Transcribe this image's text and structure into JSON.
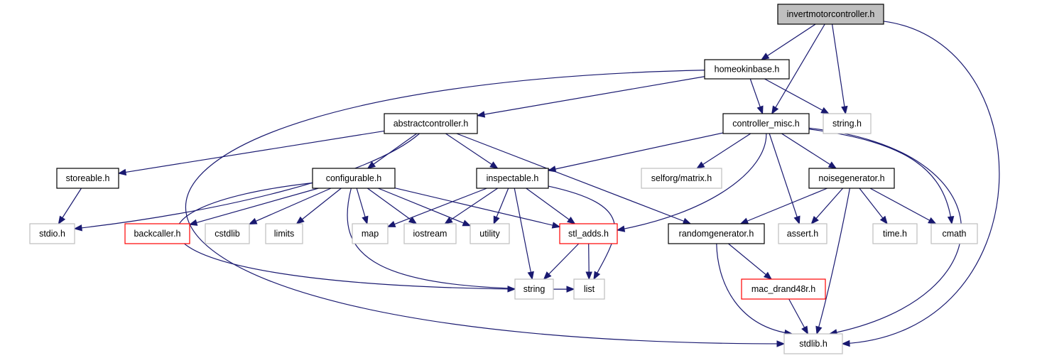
{
  "colors": {
    "edge": "#191970",
    "focus_fill": "#bfbfbf",
    "documented_border": "#000000",
    "external_border": "#bfbfbf",
    "truncated_border": "#ff0000"
  },
  "nodes": [
    {
      "id": "invertmotorcontroller",
      "label": "invertmotorcontroller.h",
      "kind": "focus"
    },
    {
      "id": "homeokinbase",
      "label": "homeokinbase.h",
      "kind": "documented"
    },
    {
      "id": "abstractcontroller",
      "label": "abstractcontroller.h",
      "kind": "documented"
    },
    {
      "id": "controller_misc",
      "label": "controller_misc.h",
      "kind": "documented"
    },
    {
      "id": "string_h",
      "label": "string.h",
      "kind": "external"
    },
    {
      "id": "storeable",
      "label": "storeable.h",
      "kind": "documented"
    },
    {
      "id": "configurable",
      "label": "configurable.h",
      "kind": "documented"
    },
    {
      "id": "inspectable",
      "label": "inspectable.h",
      "kind": "documented"
    },
    {
      "id": "selforg_matrix",
      "label": "selforg/matrix.h",
      "kind": "external"
    },
    {
      "id": "noisegenerator",
      "label": "noisegenerator.h",
      "kind": "documented"
    },
    {
      "id": "stdio",
      "label": "stdio.h",
      "kind": "external"
    },
    {
      "id": "backcaller",
      "label": "backcaller.h",
      "kind": "truncated"
    },
    {
      "id": "cstdlib",
      "label": "cstdlib",
      "kind": "external"
    },
    {
      "id": "limits",
      "label": "limits",
      "kind": "external"
    },
    {
      "id": "map",
      "label": "map",
      "kind": "external"
    },
    {
      "id": "iostream",
      "label": "iostream",
      "kind": "external"
    },
    {
      "id": "utility",
      "label": "utility",
      "kind": "external"
    },
    {
      "id": "stl_adds",
      "label": "stl_adds.h",
      "kind": "truncated"
    },
    {
      "id": "randomgenerator",
      "label": "randomgenerator.h",
      "kind": "documented"
    },
    {
      "id": "assert",
      "label": "assert.h",
      "kind": "external"
    },
    {
      "id": "time",
      "label": "time.h",
      "kind": "external"
    },
    {
      "id": "cmath",
      "label": "cmath",
      "kind": "external"
    },
    {
      "id": "string",
      "label": "string",
      "kind": "external"
    },
    {
      "id": "list",
      "label": "list",
      "kind": "external"
    },
    {
      "id": "mac_drand48r",
      "label": "mac_drand48r.h",
      "kind": "truncated"
    },
    {
      "id": "stdlib",
      "label": "stdlib.h",
      "kind": "external"
    }
  ],
  "edges": [
    {
      "from": "invertmotorcontroller",
      "to": "homeokinbase"
    },
    {
      "from": "invertmotorcontroller",
      "to": "controller_misc"
    },
    {
      "from": "invertmotorcontroller",
      "to": "string_h"
    },
    {
      "from": "invertmotorcontroller",
      "to": "stdlib"
    },
    {
      "from": "homeokinbase",
      "to": "abstractcontroller"
    },
    {
      "from": "homeokinbase",
      "to": "controller_misc"
    },
    {
      "from": "homeokinbase",
      "to": "string_h"
    },
    {
      "from": "homeokinbase",
      "to": "stdlib"
    },
    {
      "from": "abstractcontroller",
      "to": "storeable"
    },
    {
      "from": "abstractcontroller",
      "to": "configurable"
    },
    {
      "from": "abstractcontroller",
      "to": "inspectable"
    },
    {
      "from": "abstractcontroller",
      "to": "stdio"
    },
    {
      "from": "abstractcontroller",
      "to": "randomgenerator"
    },
    {
      "from": "storeable",
      "to": "stdio"
    },
    {
      "from": "configurable",
      "to": "backcaller"
    },
    {
      "from": "configurable",
      "to": "cstdlib"
    },
    {
      "from": "configurable",
      "to": "limits"
    },
    {
      "from": "configurable",
      "to": "map"
    },
    {
      "from": "configurable",
      "to": "iostream"
    },
    {
      "from": "configurable",
      "to": "utility"
    },
    {
      "from": "configurable",
      "to": "stl_adds"
    },
    {
      "from": "configurable",
      "to": "string"
    },
    {
      "from": "configurable",
      "to": "list"
    },
    {
      "from": "inspectable",
      "to": "map"
    },
    {
      "from": "inspectable",
      "to": "iostream"
    },
    {
      "from": "inspectable",
      "to": "utility"
    },
    {
      "from": "inspectable",
      "to": "stl_adds"
    },
    {
      "from": "inspectable",
      "to": "string"
    },
    {
      "from": "inspectable",
      "to": "list"
    },
    {
      "from": "stl_adds",
      "to": "string"
    },
    {
      "from": "stl_adds",
      "to": "list"
    },
    {
      "from": "controller_misc",
      "to": "inspectable"
    },
    {
      "from": "controller_misc",
      "to": "selforg_matrix"
    },
    {
      "from": "controller_misc",
      "to": "stl_adds"
    },
    {
      "from": "controller_misc",
      "to": "assert"
    },
    {
      "from": "controller_misc",
      "to": "noisegenerator"
    },
    {
      "from": "controller_misc",
      "to": "cmath"
    },
    {
      "from": "controller_misc",
      "to": "stdlib"
    },
    {
      "from": "noisegenerator",
      "to": "randomgenerator"
    },
    {
      "from": "noisegenerator",
      "to": "assert"
    },
    {
      "from": "noisegenerator",
      "to": "time"
    },
    {
      "from": "noisegenerator",
      "to": "cmath"
    },
    {
      "from": "noisegenerator",
      "to": "stdlib"
    },
    {
      "from": "randomgenerator",
      "to": "mac_drand48r"
    },
    {
      "from": "randomgenerator",
      "to": "stdlib"
    },
    {
      "from": "mac_drand48r",
      "to": "stdlib"
    }
  ]
}
